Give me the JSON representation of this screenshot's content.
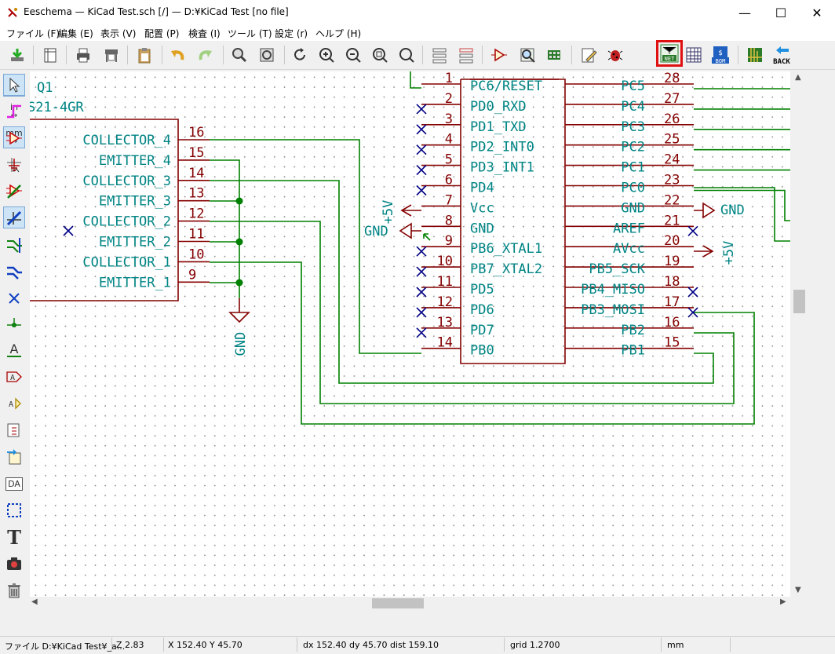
{
  "window": {
    "title": "Eeschema — KiCad Test.sch [/] — D:¥KiCad Test [no file]",
    "minimize": "—",
    "maximize": "☐",
    "close": "✕"
  },
  "menu": [
    "ファイル (F)",
    "編集 (E)",
    "表示 (V)",
    "配置 (P)",
    "検査 (I)",
    "ツール (T)",
    "設定 (r)",
    "ヘルプ (H)"
  ],
  "toolbar": {
    "highlighted": "netlist",
    "highlight_color": "#e01010",
    "net_label": "NET",
    "bom_label": "BOM",
    "back_label": "BACK",
    "icons": [
      "save-icon",
      "page-settings-icon",
      "print-icon",
      "plot-icon",
      "paste-icon",
      "undo-icon",
      "redo-icon",
      "find-icon",
      "find-replace-icon",
      "redraw-icon",
      "zoom-in-icon",
      "zoom-out-icon",
      "zoom-fit-icon",
      "zoom-selection-icon",
      "hierarchy-icon",
      "leave-sheet-icon",
      "symbol-editor-icon",
      "symbol-browser-icon",
      "footprint-editor-icon",
      "annotate-icon",
      "erc-icon",
      "netlist-icon",
      "cvpcb-icon",
      "bom-icon",
      "pcbnew-icon",
      "back-annotate-icon"
    ]
  },
  "left_toolbar": [
    "grid-toggle-icon",
    "inch-units-icon",
    "mm-units-icon",
    "cursor-shape-icon",
    "hidden-pins-icon",
    "wire-angle-icon"
  ],
  "left_labels": {
    "inch": "in",
    "mm": "mm"
  },
  "right_toolbar": [
    "select-icon",
    "highlight-net-icon",
    "place-symbol-icon",
    "place-power-icon",
    "draw-wire-icon",
    "draw-bus-icon",
    "wire-bus-entry-icon",
    "bus-bus-entry-icon",
    "no-connect-icon",
    "junction-icon",
    "net-label-icon",
    "global-label-icon",
    "hier-label-icon",
    "hier-sheet-icon",
    "import-sheet-pin-icon",
    "hier-pin-icon",
    "graphic-line-icon",
    "text-icon",
    "image-icon",
    "delete-icon"
  ],
  "right_labels": {
    "net_label": "A",
    "text": "T",
    "hier_pin": "DA"
  },
  "status": {
    "file": "ファイル D:¥KiCad Test¥_a...",
    "zoom": "Z 2.83",
    "xy": "X 152.40  Y 45.70",
    "delta": "dx 152.40  dy 45.70  dist 159.10",
    "grid": "grid 1.2700",
    "units": "mm"
  },
  "schematic": {
    "wire_color": "#008000",
    "body_color": "#840000",
    "text_color": "#008484",
    "nc_color": "#000084",
    "q1_ref": "Q1",
    "q1_value": "S21-4GR",
    "q1_pins": [
      {
        "name": "COLLECTOR_4",
        "num": "16"
      },
      {
        "name": "EMITTER_4",
        "num": "15"
      },
      {
        "name": "COLLECTOR_3",
        "num": "14"
      },
      {
        "name": "EMITTER_3",
        "num": "13"
      },
      {
        "name": "COLLECTOR_2",
        "num": "12"
      },
      {
        "name": "EMITTER_2",
        "num": "11"
      },
      {
        "name": "COLLECTOR_1",
        "num": "10"
      },
      {
        "name": "EMITTER_1",
        "num": "9"
      }
    ],
    "mcu_left_pins": [
      {
        "num": "1",
        "name": "PC6/RESET"
      },
      {
        "num": "2",
        "name": "PD0_RXD"
      },
      {
        "num": "3",
        "name": "PD1_TXD"
      },
      {
        "num": "4",
        "name": "PD2_INT0"
      },
      {
        "num": "5",
        "name": "PD3_INT1"
      },
      {
        "num": "6",
        "name": "PD4"
      },
      {
        "num": "7",
        "name": "Vcc"
      },
      {
        "num": "8",
        "name": "GND"
      },
      {
        "num": "9",
        "name": "PB6_XTAL1"
      },
      {
        "num": "10",
        "name": "PB7_XTAL2"
      },
      {
        "num": "11",
        "name": "PD5"
      },
      {
        "num": "12",
        "name": "PD6"
      },
      {
        "num": "13",
        "name": "PD7"
      },
      {
        "num": "14",
        "name": "PB0"
      }
    ],
    "mcu_right_pins": [
      {
        "num": "28",
        "name": "PC5"
      },
      {
        "num": "27",
        "name": "PC4"
      },
      {
        "num": "26",
        "name": "PC3"
      },
      {
        "num": "25",
        "name": "PC2"
      },
      {
        "num": "24",
        "name": "PC1"
      },
      {
        "num": "23",
        "name": "PC0"
      },
      {
        "num": "22",
        "name": "GND"
      },
      {
        "num": "21",
        "name": "AREF"
      },
      {
        "num": "20",
        "name": "AVcc"
      },
      {
        "num": "19",
        "name": "PB5_SCK"
      },
      {
        "num": "18",
        "name": "PB4_MISO"
      },
      {
        "num": "17",
        "name": "PB3_MOSI"
      },
      {
        "num": "16",
        "name": "PB2"
      },
      {
        "num": "15",
        "name": "PB1"
      }
    ],
    "power": {
      "gnd": "GND",
      "plus5v": "+5V"
    }
  }
}
